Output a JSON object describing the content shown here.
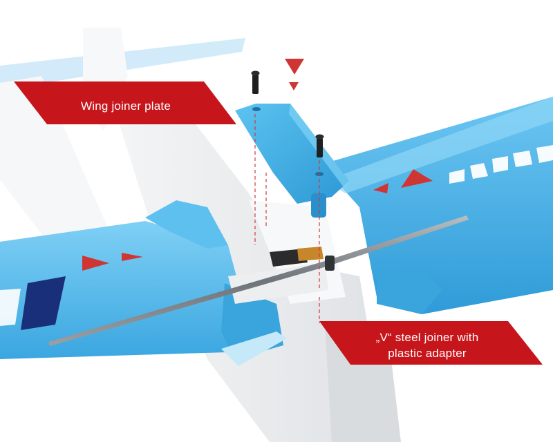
{
  "labels": {
    "wing_joiner_plate": "Wing joiner plate",
    "steel_joiner_line1": "„V“ steel joiner with",
    "steel_joiner_line2": "plastic adapter"
  },
  "colors": {
    "callout_red": "#c7161b",
    "arrow_red": "#cf3533",
    "foam_blue": "#4db6ea",
    "foam_blue_dark": "#2b95d0",
    "rod_grey": "#7a7f84"
  }
}
